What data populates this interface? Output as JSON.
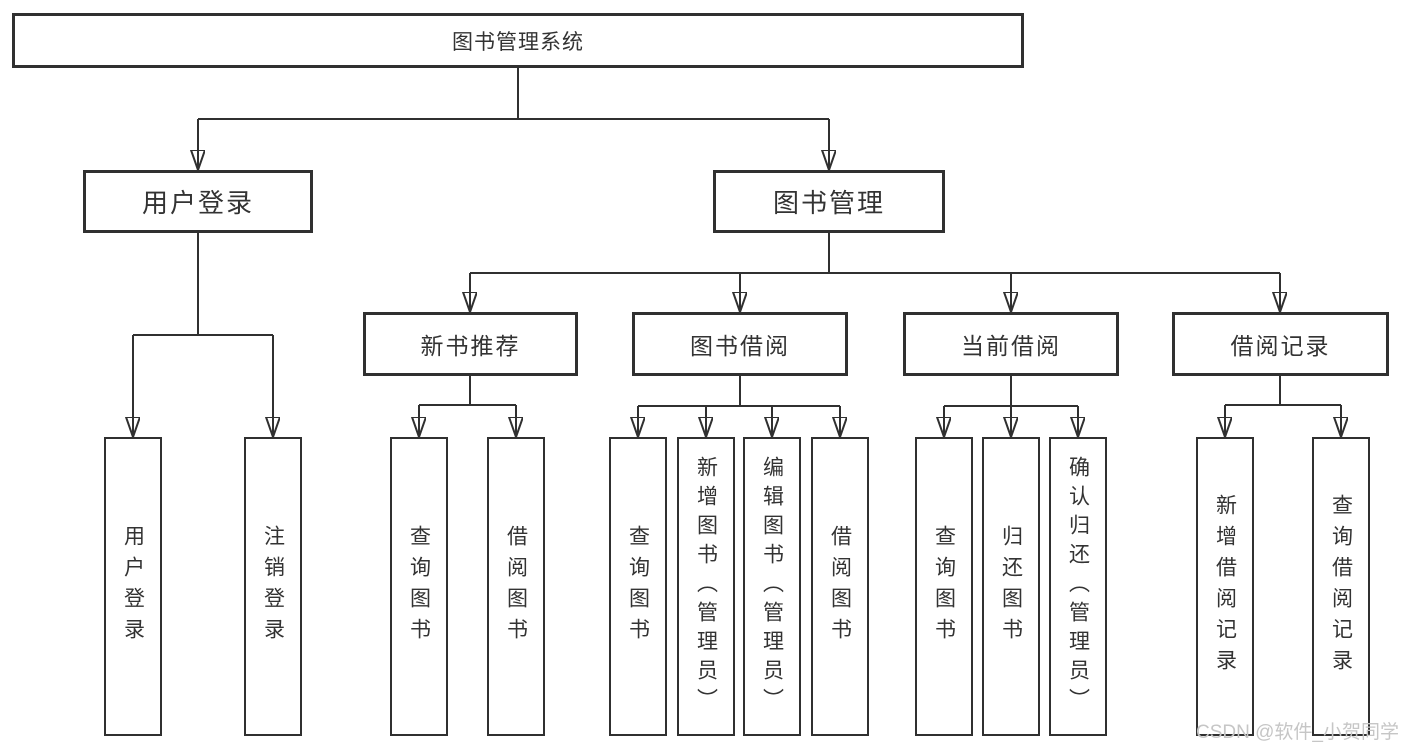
{
  "diagram": {
    "root": {
      "label": "图书管理系统"
    },
    "level2": [
      {
        "label": "用户登录"
      },
      {
        "label": "图书管理"
      }
    ],
    "level3": [
      {
        "label": "新书推荐"
      },
      {
        "label": "图书借阅"
      },
      {
        "label": "当前借阅"
      },
      {
        "label": "借阅记录"
      }
    ],
    "leaves": {
      "user_login": [
        "用户登录",
        "注销登录"
      ],
      "new_book": [
        "查询图书",
        "借阅图书"
      ],
      "book_borrow": [
        "查询图书",
        "新增图书（管理员）",
        "编辑图书（管理员）",
        "借阅图书"
      ],
      "current_borrow": [
        "查询图书",
        "归还图书",
        "确认归还（管理员）"
      ],
      "records": [
        "新增借阅记录",
        "查询借阅记录"
      ]
    }
  },
  "watermark": "CSDN @软件_小贺同学",
  "colors": {
    "line": "#303030",
    "text": "#333333",
    "watermark": "#c6c6c6",
    "background": "#ffffff"
  }
}
